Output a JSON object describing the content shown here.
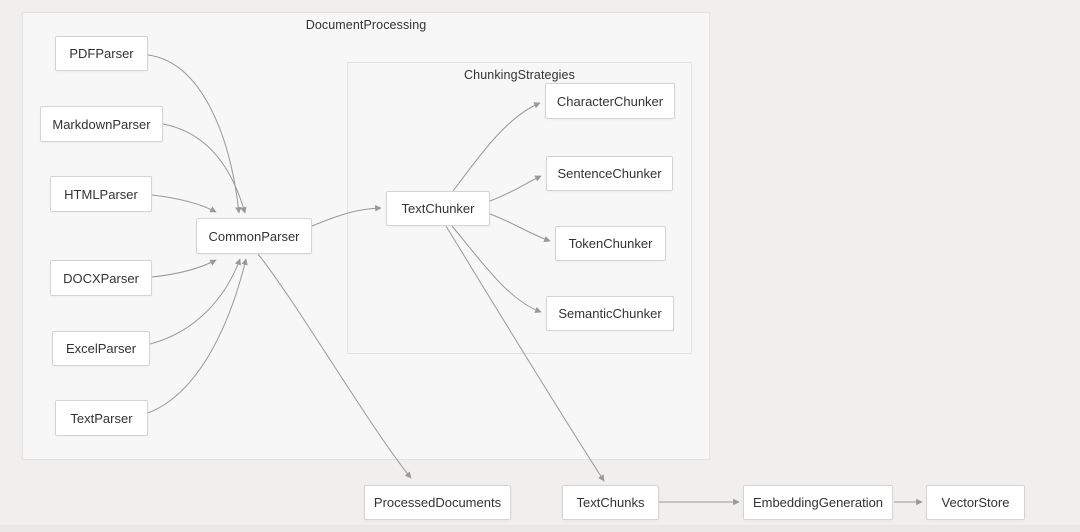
{
  "page": {
    "background_color": "#f0efed",
    "diagram_kind": "flowchart"
  },
  "diagram": {
    "clusters": [
      {
        "label": "DocumentProcessing"
      },
      {
        "label": "ChunkingStrategies"
      }
    ],
    "nodes": {
      "pdf_parser": "PDFParser",
      "markdown_parser": "MarkdownParser",
      "html_parser": "HTMLParser",
      "docx_parser": "DOCXParser",
      "excel_parser": "ExcelParser",
      "text_parser": "TextParser",
      "common_parser": "CommonParser",
      "text_chunker": "TextChunker",
      "character_chunker": "CharacterChunker",
      "sentence_chunker": "SentenceChunker",
      "token_chunker": "TokenChunker",
      "semantic_chunker": "SemanticChunker",
      "processed_documents": "ProcessedDocuments",
      "text_chunks": "TextChunks",
      "embedding_generation": "EmbeddingGeneration",
      "vector_store": "VectorStore"
    },
    "edges": [
      {
        "from": "PDFParser",
        "to": "CommonParser"
      },
      {
        "from": "MarkdownParser",
        "to": "CommonParser"
      },
      {
        "from": "HTMLParser",
        "to": "CommonParser"
      },
      {
        "from": "DOCXParser",
        "to": "CommonParser"
      },
      {
        "from": "ExcelParser",
        "to": "CommonParser"
      },
      {
        "from": "TextParser",
        "to": "CommonParser"
      },
      {
        "from": "CommonParser",
        "to": "TextChunker"
      },
      {
        "from": "TextChunker",
        "to": "CharacterChunker"
      },
      {
        "from": "TextChunker",
        "to": "SentenceChunker"
      },
      {
        "from": "TextChunker",
        "to": "TokenChunker"
      },
      {
        "from": "TextChunker",
        "to": "SemanticChunker"
      },
      {
        "from": "TextChunker",
        "to": "TextChunks"
      },
      {
        "from": "CommonParser",
        "to": "ProcessedDocuments"
      },
      {
        "from": "TextChunks",
        "to": "EmbeddingGeneration"
      },
      {
        "from": "EmbeddingGeneration",
        "to": "VectorStore"
      }
    ],
    "colors": {
      "node_fill": "#ffffff",
      "node_border": "#d4d4d4",
      "cluster_fill": "#f7f7f7",
      "cluster_border": "#e2e2e2",
      "edge_stroke": "#999999",
      "text": "#333333"
    }
  }
}
